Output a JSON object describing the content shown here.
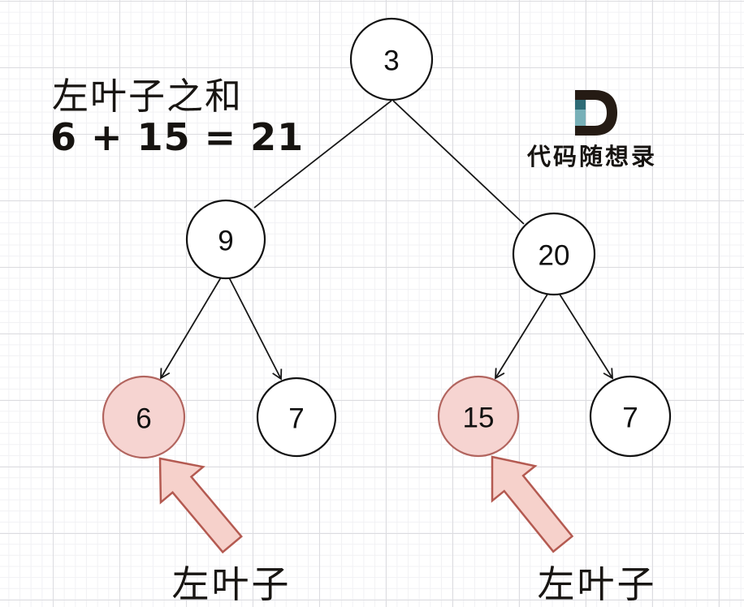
{
  "annotation": {
    "line1": "左叶子之和",
    "line2": "6 + 15 = 21"
  },
  "brand": {
    "name": "代码随想录",
    "logo_letter": "D",
    "logo_dark_color": "#251b14",
    "logo_teal_dark": "#2e6b76",
    "logo_teal_light": "#78b0b8"
  },
  "tree": {
    "nodes": [
      {
        "label": "3",
        "role": "root",
        "highlighted": false
      },
      {
        "label": "9",
        "role": "left-child",
        "highlighted": false
      },
      {
        "label": "20",
        "role": "right-child",
        "highlighted": false
      },
      {
        "label": "6",
        "role": "left-leaf",
        "highlighted": true
      },
      {
        "label": "7",
        "role": "right-leaf",
        "highlighted": false
      },
      {
        "label": "15",
        "role": "left-leaf",
        "highlighted": true
      },
      {
        "label": "7",
        "role": "right-leaf",
        "highlighted": false
      }
    ],
    "edges": [
      {
        "from": "3",
        "to": "9",
        "arrow": false
      },
      {
        "from": "3",
        "to": "20",
        "arrow": false
      },
      {
        "from": "9",
        "to": "6",
        "arrow": true
      },
      {
        "from": "9",
        "to": "7",
        "arrow": true
      },
      {
        "from": "20",
        "to": "15",
        "arrow": true
      },
      {
        "from": "20",
        "to": "7",
        "arrow": true
      }
    ],
    "colors": {
      "node_fill": "#ffffff",
      "node_stroke": "#121212",
      "highlight_fill": "#f6d4d1",
      "highlight_stroke": "#b2655f",
      "edge_stroke": "#171717"
    }
  },
  "callouts": [
    {
      "label": "左叶子",
      "points_to": "6"
    },
    {
      "label": "左叶子",
      "points_to": "15"
    }
  ],
  "callout_arrow": {
    "fill": "#f6d1cb",
    "stroke": "#b45a51"
  }
}
